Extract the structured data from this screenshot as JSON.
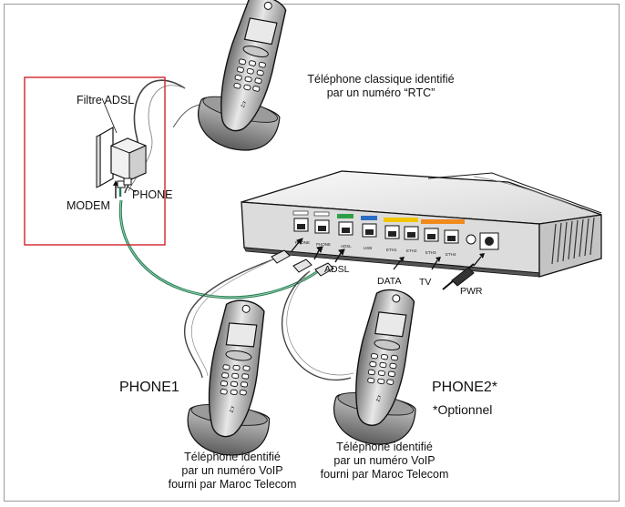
{
  "labels": {
    "filter_title": "Filtre ADSL",
    "modem": "MODEM",
    "phone_port": "PHONE",
    "rtc_line1": "Téléphone classique identifié",
    "rtc_line2": "par un numéro “RTC”",
    "adsl": "ADSL",
    "data": "DATA",
    "tv": "TV",
    "pwr": "PWR",
    "phone1": "PHONE1",
    "phone2": "PHONE2*",
    "optional": "*Optionnel",
    "voip1_line1": "Téléphone identifié",
    "voip1_line2": "par un numéro VoIP",
    "voip1_line3": "fourni par Maroc Telecom",
    "voip2_line1": "Téléphone identifié",
    "voip2_line2": "par un numéro VoIP",
    "voip2_line3": "fourni par Maroc Telecom"
  },
  "colors": {
    "filter_box_border": "#d2232a",
    "green_cable": "#1f7a4d",
    "port_green": "#2e9e46",
    "port_blue": "#2b6cc4",
    "port_yellow": "#f2c500",
    "port_orange": "#f08a1c"
  },
  "icons": [
    "cordless-phone-icon",
    "adsl-filter-icon",
    "router-icon",
    "power-plug-icon",
    "rj-plug-icon"
  ]
}
